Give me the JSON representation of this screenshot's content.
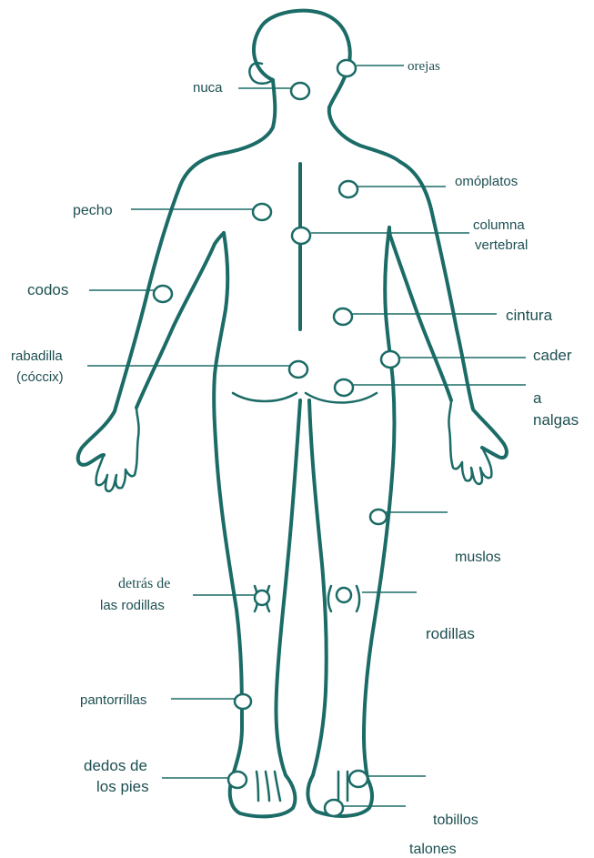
{
  "labels": {
    "orejas": "orejas",
    "nuca": "nuca",
    "omoplatos": "omóplatos",
    "pecho": "pecho",
    "columna_1": "columna",
    "columna_2": "vertebral",
    "codos": "codos",
    "cintura": "cintura",
    "rabadilla_1": "rabadilla",
    "rabadilla_2": "(cóccix)",
    "cadera_1": "cader",
    "cadera_2": "a",
    "nalgas": "nalgas",
    "muslos": "muslos",
    "detras_1": "detrás  de",
    "detras_2": "las rodillas",
    "rodillas": "rodillas",
    "pantorrillas": "pantorrillas",
    "dedos_1": "dedos de",
    "dedos_2": "los pies",
    "tobillos": "tobillos",
    "talones": "talones"
  },
  "colors": {
    "outline": "#1b6b66",
    "text": "#1d4f52",
    "background": "#ffffff"
  }
}
